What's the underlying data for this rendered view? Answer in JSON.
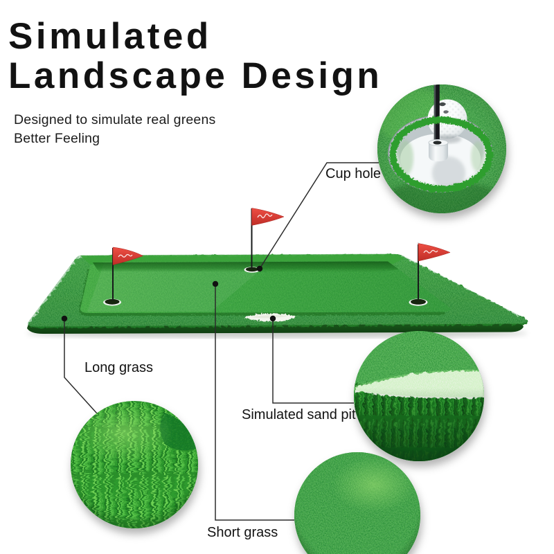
{
  "page": {
    "background": "#ffffff"
  },
  "header": {
    "title_line1": "Simulated",
    "title_line2": "Landscape Design",
    "subtitle_line1": "Designed to simulate real greens",
    "subtitle_line2": "Better Feeling",
    "text_color": "#121212"
  },
  "callouts": {
    "cup_hole": {
      "label": "Cup hole"
    },
    "long_grass": {
      "label": "Long grass"
    },
    "sand_pit": {
      "label": "Simulated sand pit"
    },
    "short_grass": {
      "label": "Short grass"
    }
  },
  "palette": {
    "putting_surface_green": "#36a437",
    "border_grass_green": "#2b8c2c",
    "dark_fringe_green": "#1c6f1f",
    "flag_red": "#dc3c33",
    "sand_white": "#f3f5ef",
    "cup_metal_gray": "#b9c2c6",
    "golf_ball_white": "#fbfdfd",
    "leader_line": "#2b2b2b"
  }
}
